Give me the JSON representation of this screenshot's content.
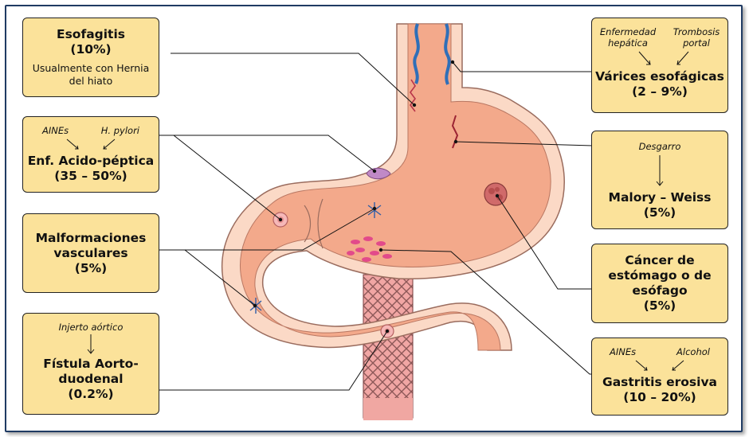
{
  "boxes": {
    "esofagitis": {
      "title": "Esofagitis",
      "pct": "(10%)",
      "note": "Usualmente con Hernia del hiato"
    },
    "peptica": {
      "cause_a": "AINEs",
      "cause_b": "H. pylori",
      "title": "Enf. Acido-péptica",
      "pct": "(35 – 50%)"
    },
    "malformaciones": {
      "title": "Malformaciones vasculares",
      "pct": "(5%)"
    },
    "fistula": {
      "cause": "Injerto aórtico",
      "title": "Fístula Aorto-duodenal",
      "pct": "(0.2%)"
    },
    "varices": {
      "cause_a": "Enfermedad hepática",
      "cause_b": "Trombosis portal",
      "title": "Várices esofágicas",
      "pct": "(2 – 9%)"
    },
    "mallory": {
      "cause": "Desgarro",
      "title": "Malory – Weiss",
      "pct": "(5%)"
    },
    "cancer": {
      "title": "Cáncer de estómago o de esófago",
      "pct": "(5%)"
    },
    "gastritis": {
      "cause_a": "AINEs",
      "cause_b": "Alcohol",
      "title": "Gastritis erosiva",
      "pct": "(10 – 20%)"
    }
  },
  "colors": {
    "box_fill": "#fbe29a",
    "tissue": "#f3a98b",
    "tissue_light": "#fbd9c6",
    "vein": "#2f6fb8",
    "frame": "#1f3b63"
  }
}
